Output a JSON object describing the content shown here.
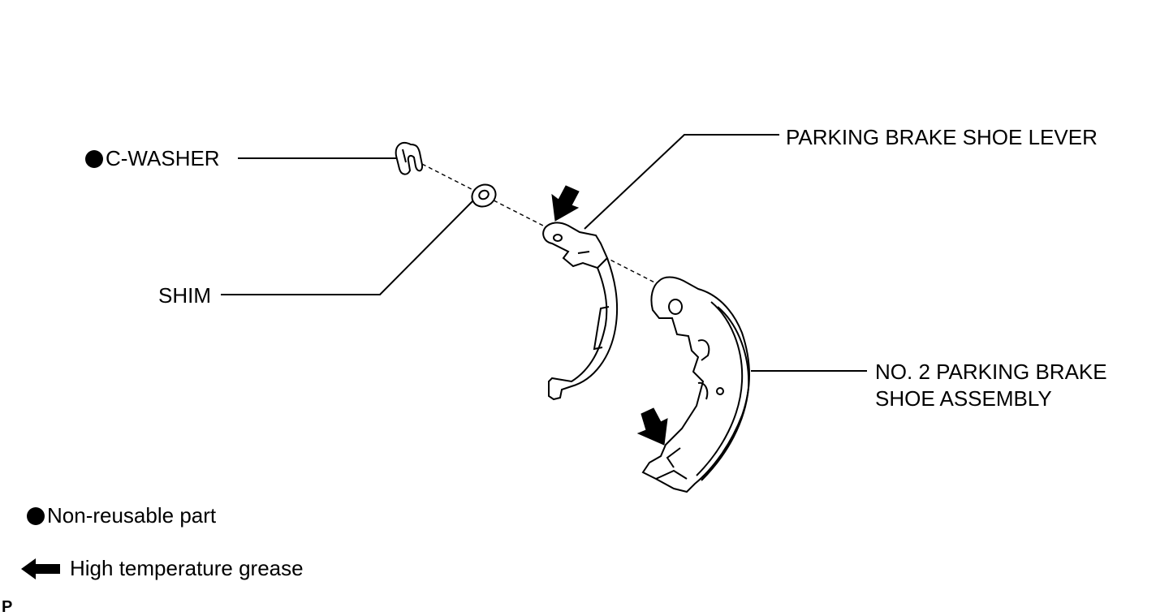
{
  "labels": {
    "c_washer": "C-WASHER",
    "shim": "SHIM",
    "lever": "PARKING BRAKE SHOE LEVER",
    "shoe_line1": "NO. 2 PARKING BRAKE",
    "shoe_line2": "SHOE ASSEMBLY"
  },
  "legend": {
    "non_reusable": "Non-reusable part",
    "grease": "High temperature grease"
  },
  "figure_code": "P",
  "icons": {
    "non_reusable_marker": "filled-circle-icon",
    "grease_marker": "black-arrow-icon"
  }
}
